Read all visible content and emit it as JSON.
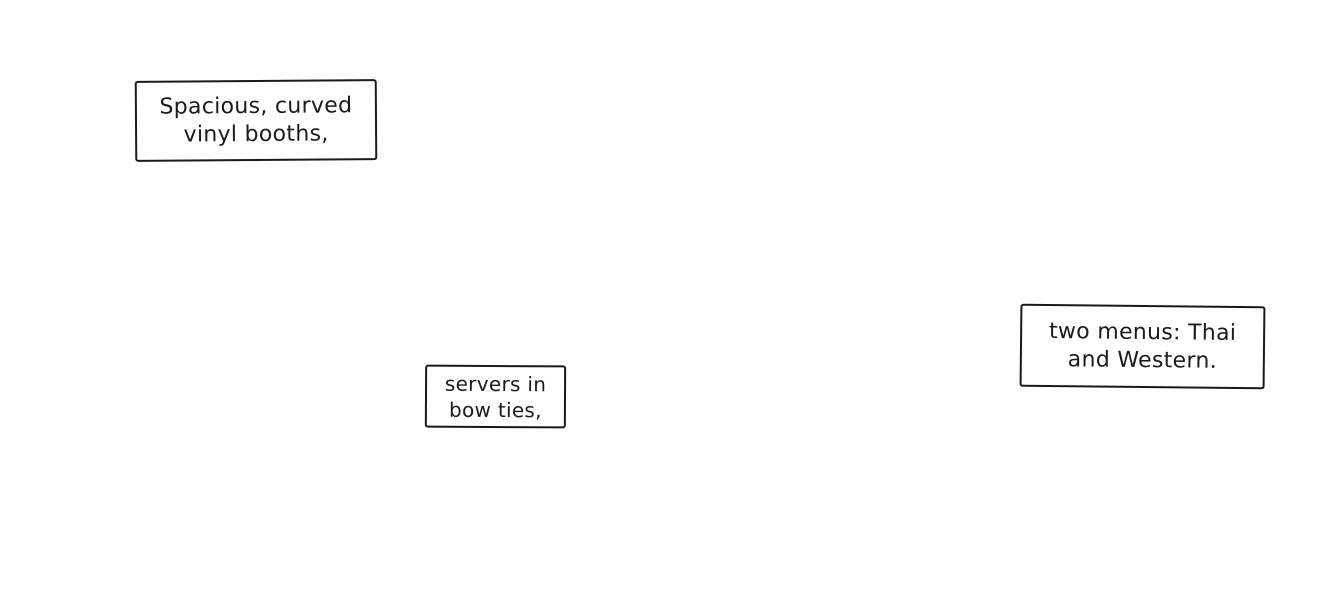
{
  "captions": [
    {
      "line1": "Spacious, curved",
      "line2": "vinyl booths,"
    },
    {
      "line1": "servers in",
      "line2": "bow ties,"
    },
    {
      "line1": "two menus: Thai",
      "line2": "and Western."
    }
  ]
}
